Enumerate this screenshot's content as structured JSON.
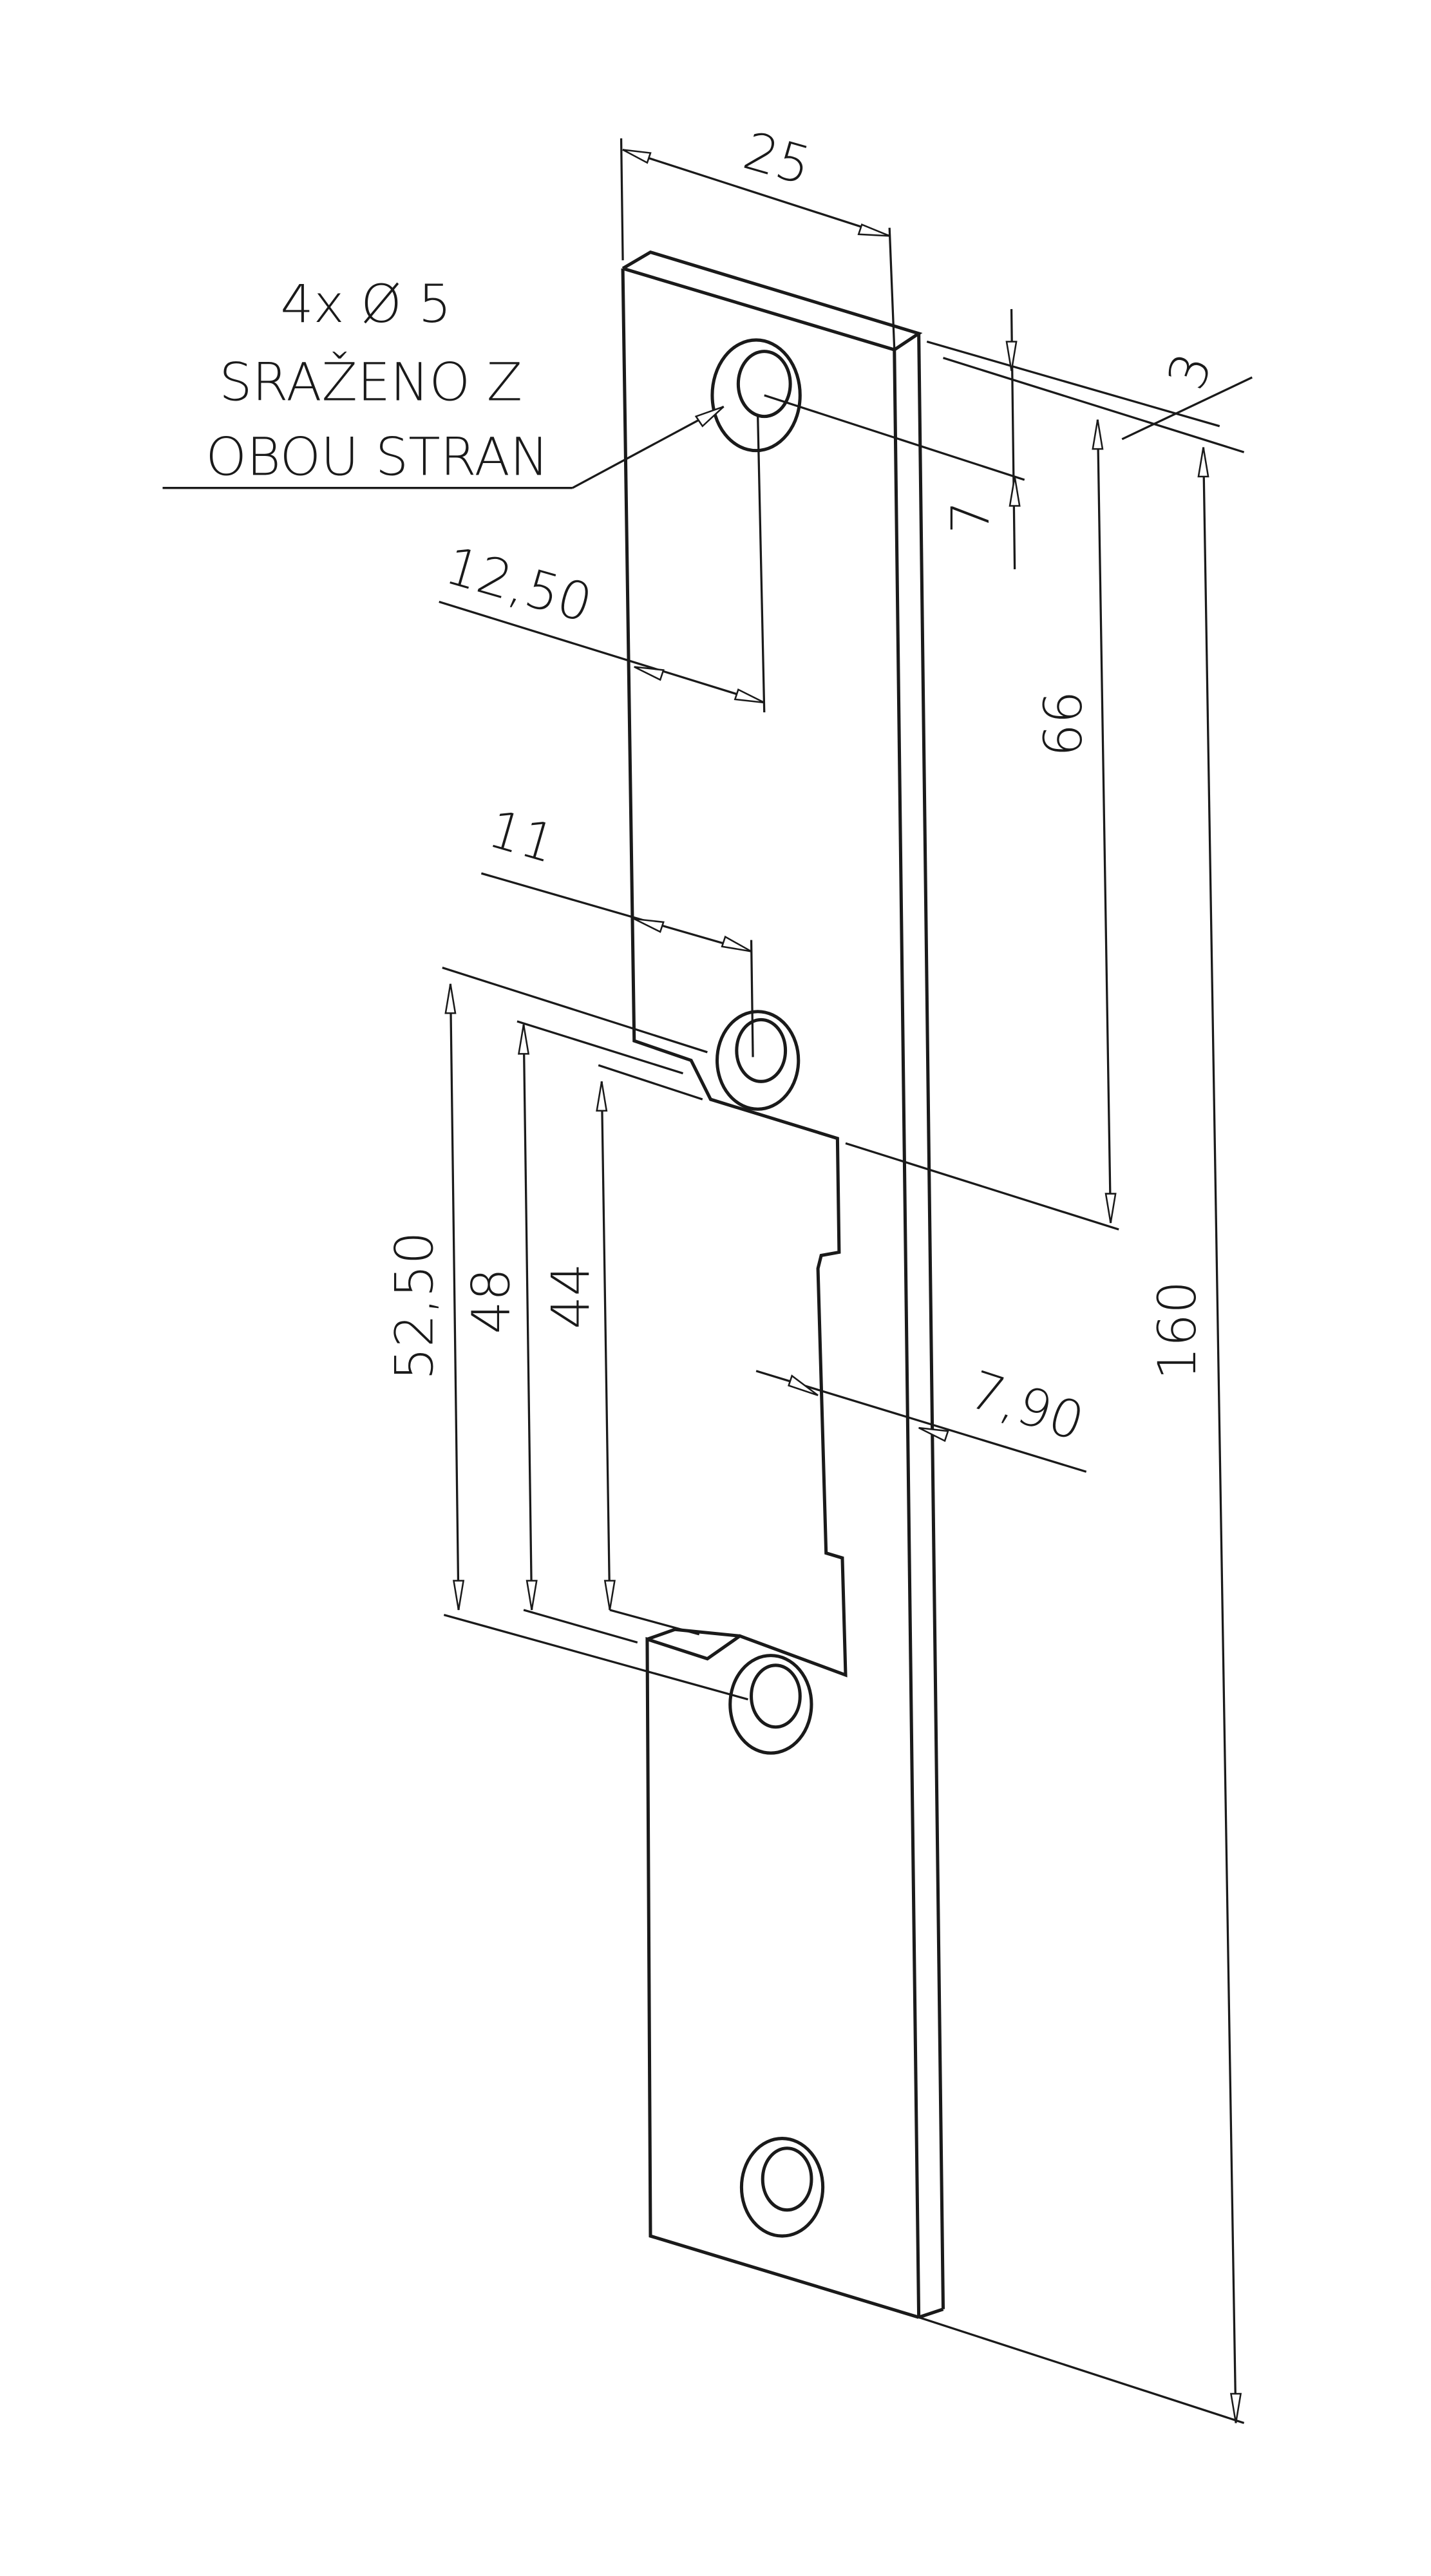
{
  "drawing": {
    "note": {
      "line1": "4x Ø 5",
      "line2": "SRAŽENO Z",
      "line3": "OBOU STRAN"
    },
    "dimensions": {
      "width": "25",
      "thickness": "3",
      "hole_offset_top": "7",
      "hole_offset_edge": "12,50",
      "hole_spacing": "66",
      "hole_offset_mid": "11",
      "opening_outer": "52,50",
      "opening_mid": "48",
      "opening_inner": "44",
      "lip_depth": "7,90",
      "total_length": "160"
    },
    "line_color": "#1a1a1a"
  }
}
